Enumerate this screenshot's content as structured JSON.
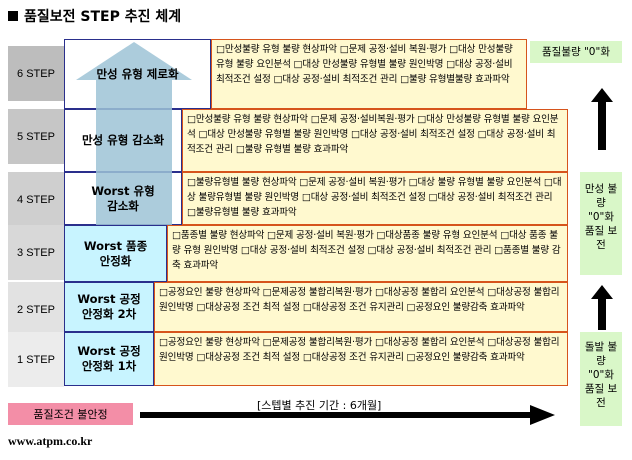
{
  "title": "품질보전 STEP 추진 체계",
  "steps": [
    {
      "label": "6 STEP",
      "name": "만성 유형 제로화",
      "desc": "□만성불량 유형 불량 현상파악 □문제 공정·설비 복원·평가 □대상 만성불량 유형 불량 요인분석 □대상 만성불량 유형별 불량 원인박명 □대상 공정·설비 최적조건 설정 □대상 공정·설비 최적조건 관리 □불량 유형별불량 효과파악"
    },
    {
      "label": "5 STEP",
      "name": "만성 유형 감소화",
      "desc": "□만성불량 유형 불량 현상파악 □문제 공정·설비복원·평가 □대상 만성불량 유형별 불량 요인분석 □대상 만성불량 유형별 불량 원인박명 □대상 공정·설비 최적조건 설정 □대상 공정·설비 최적조건 관리 □불량 유형별 불량 효과파악"
    },
    {
      "label": "4 STEP",
      "name": "Worst 유형 감소화",
      "desc": "□불량유형별 불량 현상파악 □문제 공정·설비 복원·평가 □대상 불량 유형별 불량 요인분석 □대상 불량유형별 불량 원인박명 □대상 공정·설비 최적조건 설정 □대상 공정·설비 최적조건 관리 □불량유형별 불량 효과파악"
    },
    {
      "label": "3 STEP",
      "name": "Worst 품종 안정화",
      "desc": "□품종별 불량 현상파악 □문제 공정·설비 복원·평가 □대상품종 불량 유형 요인분석 □대상 품종 불량 유형 원인박명 □대상 공정·설비 최적조건 설정 □대상 공정·설비 최적조건 관리 □품종별 불량 감축 효과파악"
    },
    {
      "label": "2 STEP",
      "name": "Worst 공정 안정화 2차",
      "desc": "□공정요인 불량 현상파악 □문제공정 불합리복원·평가 □대상공정 불합리 요인분석 □대상공정 불합리 원인박명 □대상공정 조건 최적 설정 □대상공정 조건 유지관리 □공정요인 불량감축 효과파악"
    },
    {
      "label": "1 STEP",
      "name": "Worst 공정 안정화 1차",
      "desc": "□공정요인 불량 현상파악 □문제공정 불합리복원·평가 □대상공정 불합리 요인분석 □대상공정 불합리 원인박명 □대상공정 조건 최적 설정 □대상공정 조건 유지관리 □공정요인 불량감축 효과파악"
    }
  ],
  "right_top": "품질불량 \"0\"화",
  "right_middle": "만성 불량 \"0\"화 품질 보전",
  "right_bottom": "돌발 불량 \"0\"화 품질 보전",
  "bottom_left": "품질조건 불안정",
  "period": "[스텝별 추진 기간 : 6개월]",
  "website": "www.atpm.co.kr",
  "colors": {
    "step_bg": [
      "#bdbdbd",
      "#c6c6c6",
      "#cfcfcf",
      "#d8d8d8",
      "#e2e2e2",
      "#ececec"
    ],
    "name_bg": [
      "#ffffff",
      "#ffffff",
      "#ffffff",
      "#c8f4ff",
      "#c8f4ff",
      "#c8f4ff"
    ],
    "arrow_fill": "#9ec3d6",
    "green": "#d9f7c8",
    "pink": "#f38ea7",
    "desc_bg": "#fff9cf"
  }
}
